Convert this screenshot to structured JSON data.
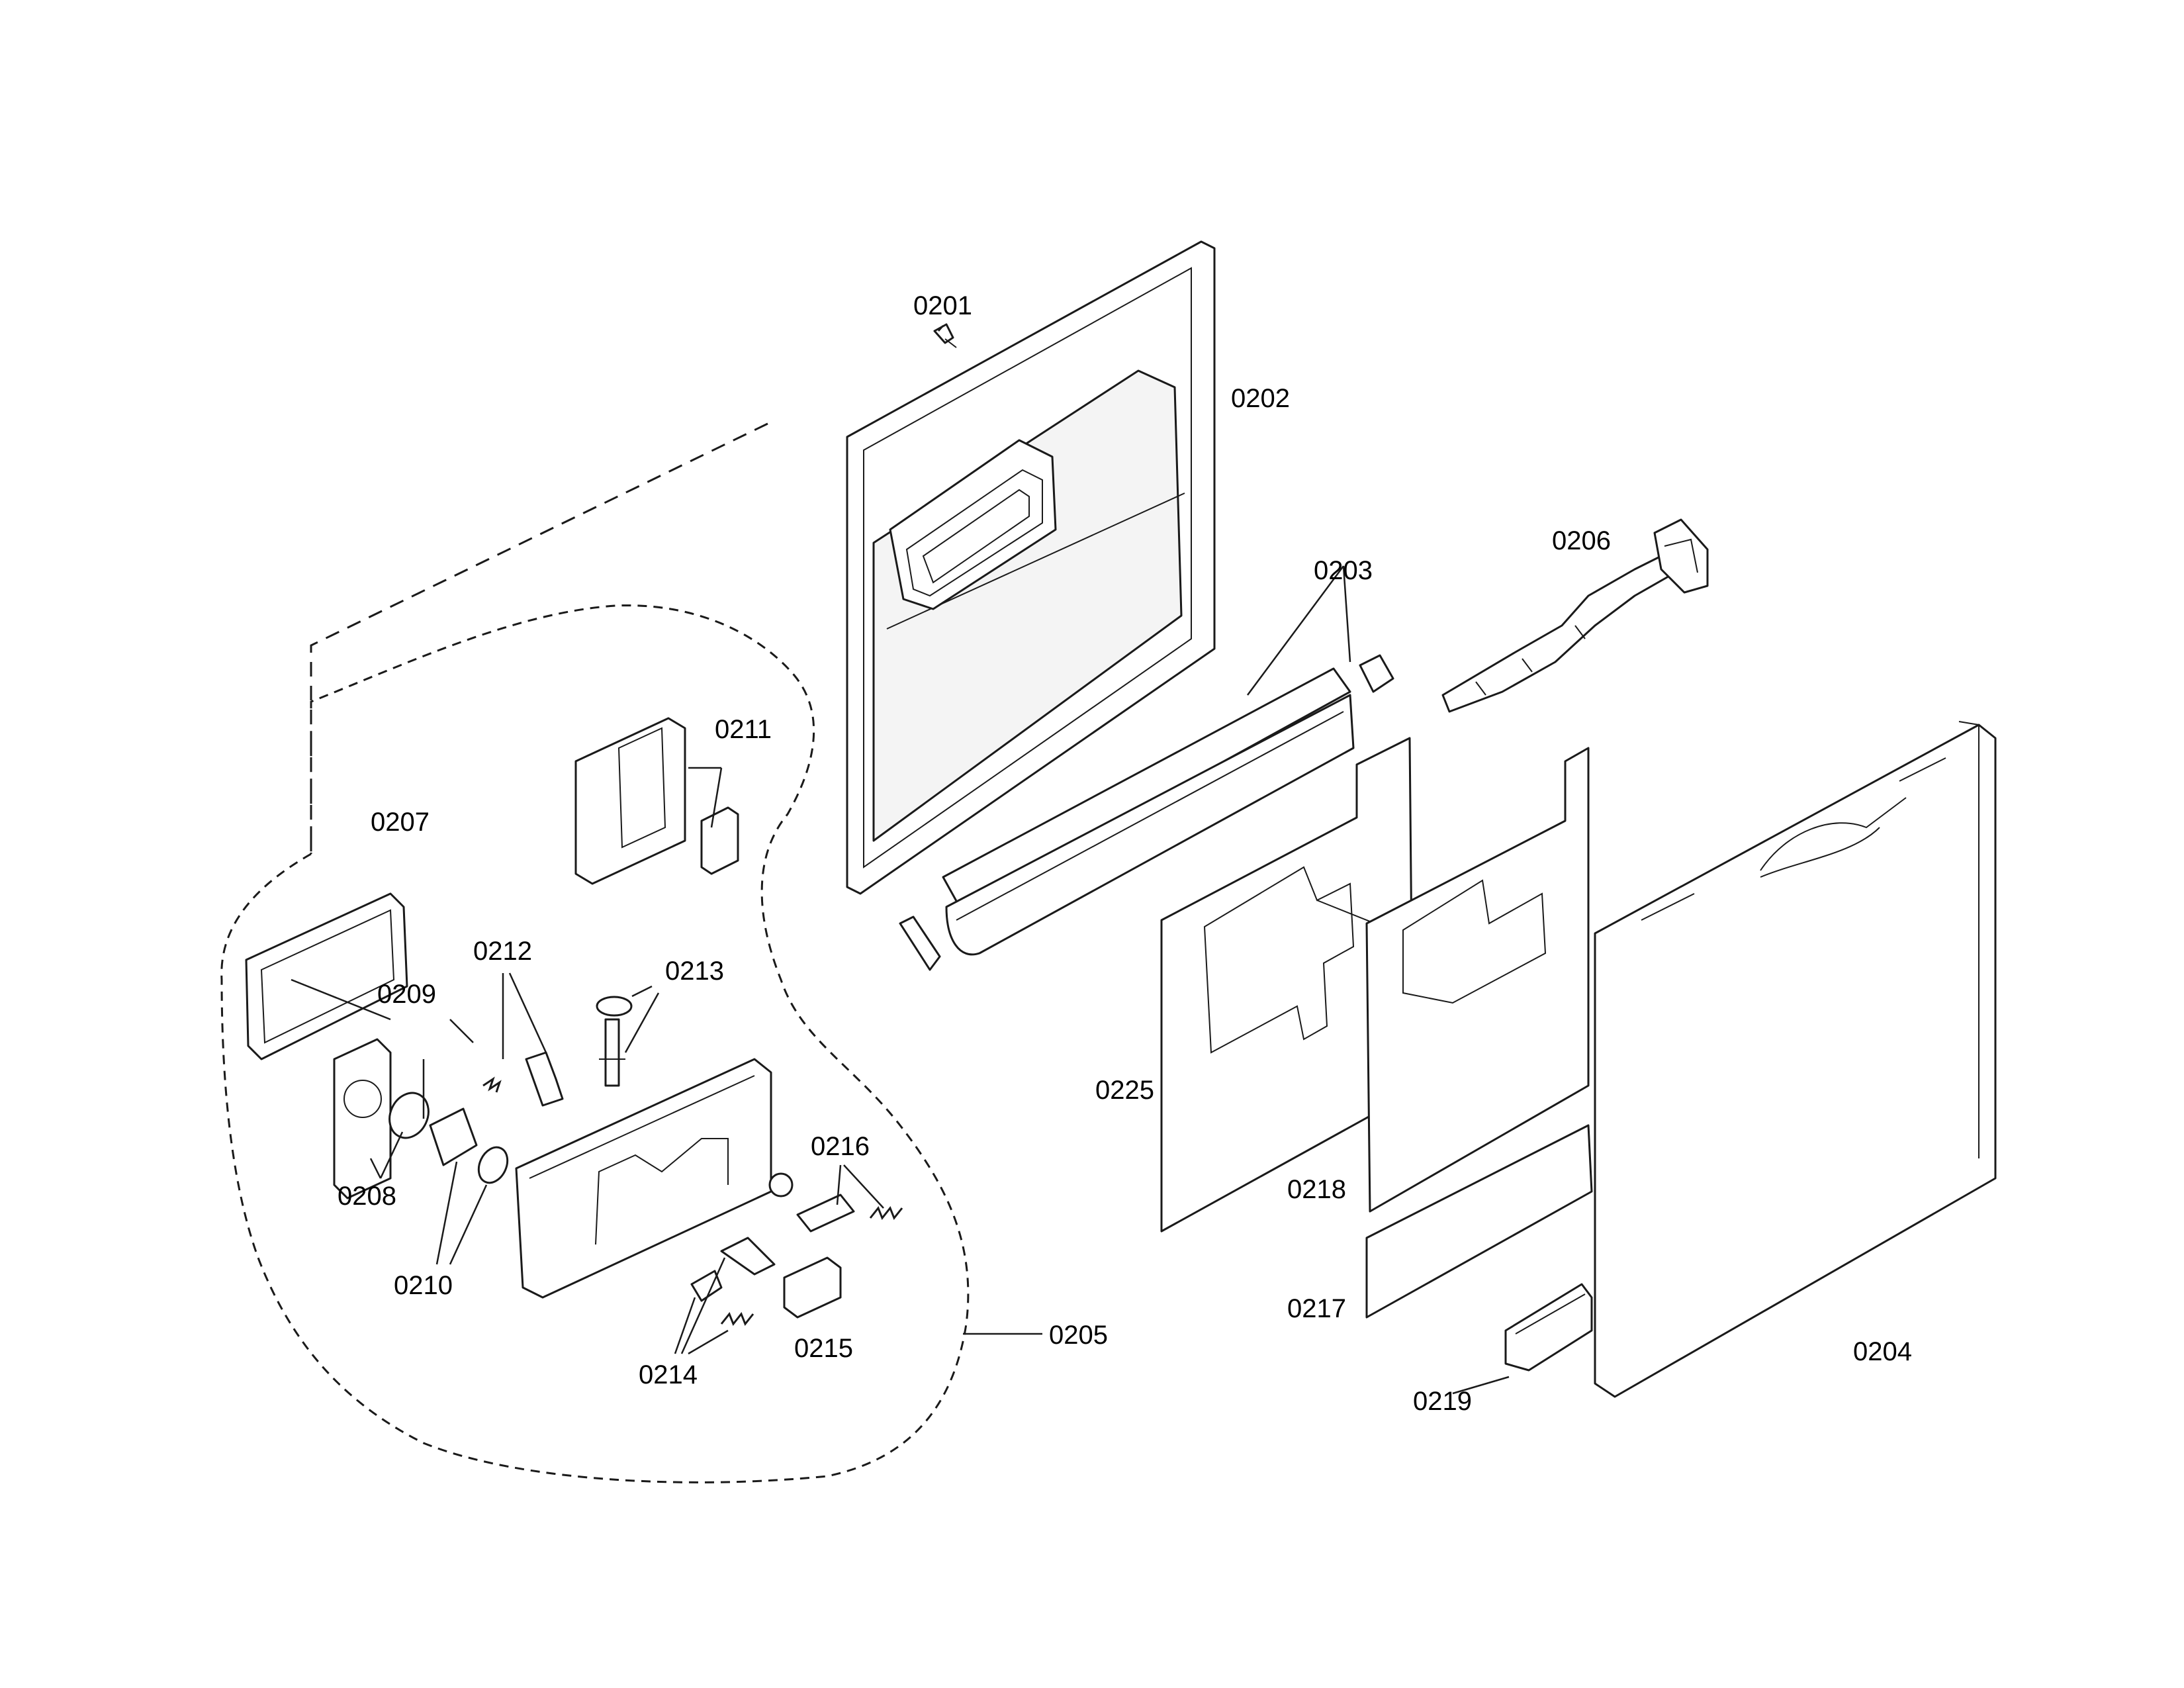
{
  "callouts": {
    "c0201": "0201",
    "c0202": "0202",
    "c0203": "0203",
    "c0204": "0204",
    "c0205": "0205",
    "c0206": "0206",
    "c0207": "0207",
    "c0208": "0208",
    "c0209": "0209",
    "c0210": "0210",
    "c0211": "0211",
    "c0212": "0212",
    "c0213": "0213",
    "c0214": "0214",
    "c0215": "0215",
    "c0216": "0216",
    "c0217": "0217",
    "c0218": "0218",
    "c0219": "0219",
    "c0225": "0225"
  },
  "colors": {
    "line": "#1a1a1a",
    "background": "#ffffff"
  }
}
